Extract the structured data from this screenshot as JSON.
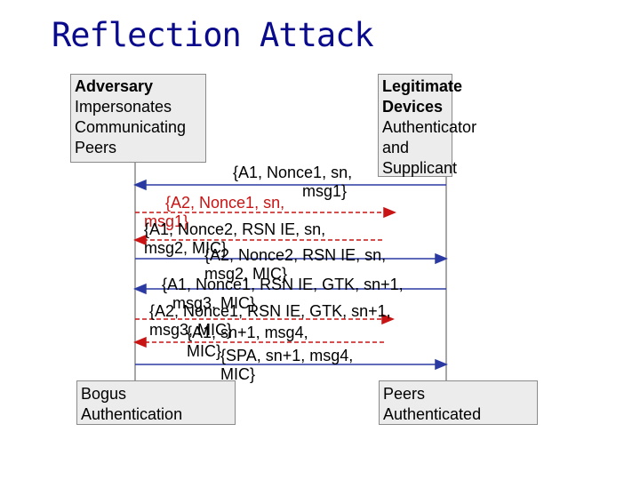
{
  "title": "Reflection Attack",
  "adversary": {
    "lines": [
      "Adversary",
      "Impersonates",
      "Communicating",
      "Peers"
    ]
  },
  "legit": {
    "bold_lines": [
      "Legitimate",
      "Devices"
    ],
    "plain_lines": [
      "Authenticator",
      "and",
      "Supplicant"
    ]
  },
  "bogus": {
    "lines": [
      "Bogus",
      "Authentication"
    ]
  },
  "peers": {
    "lines": [
      "Peers",
      "Authenticated"
    ]
  },
  "messages": [
    {
      "line1": "{A1, Nonce1, sn,",
      "line2": "msg1}"
    },
    {
      "line1": "{A2, Nonce1, sn,",
      "line2": "msg1}"
    },
    {
      "line1": "{A1, Nonce2, RSN IE, sn,",
      "line2": "msg2, MIC}"
    },
    {
      "line1": "{A2, Nonce2, RSN IE, sn,",
      "line2": "msg2, MIC}"
    },
    {
      "line1": "{A1, Nonce1, RSN IE, GTK, sn+1,",
      "line2": "msg3, MIC}"
    },
    {
      "line1": "{A2, Nonce1, RSN IE, GTK, sn+1,",
      "line2": "msg3, MIC}"
    },
    {
      "line1": "{A1, sn+1, msg4,",
      "line2": "MIC}"
    },
    {
      "line1": "{SPA, sn+1, msg4,",
      "line2": "MIC}"
    }
  ],
  "colors": {
    "title": "#0a0a8c",
    "solid_arrow": "#2b3aa3",
    "dashed_arrow": "#c81414",
    "box_fill": "#ececec"
  }
}
